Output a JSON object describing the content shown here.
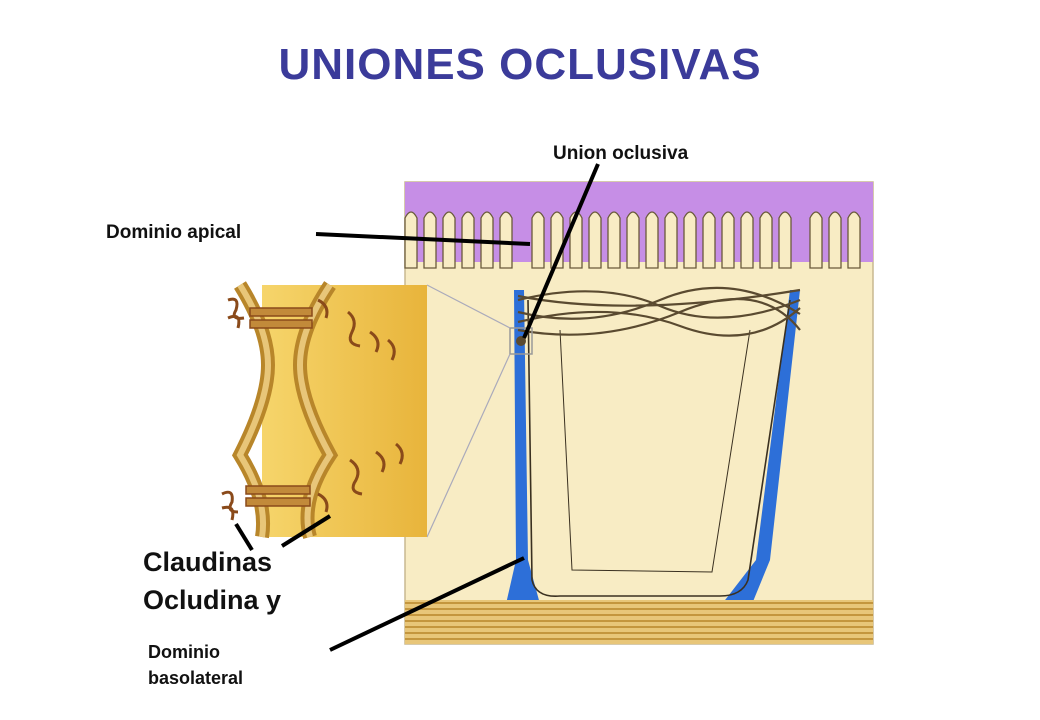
{
  "title": "UNIONES OCLUSIVAS",
  "labels": {
    "union_oclusiva": "Union oclusiva",
    "dominio_apical": "Dominio apical",
    "claudinas_line1": "Claudinas",
    "claudinas_line2": "Ocludina y",
    "dominio_basolateral_line1": "Dominio",
    "dominio_basolateral_line2": "basolateral"
  },
  "colors": {
    "title": "#3b3b9a",
    "apical_surface": "#c68ee6",
    "cytoplasm": "#f8ecc4",
    "intercellular_space": "#2d6fd8",
    "inset_background": "#f0c24a",
    "membrane": "#b8862a"
  }
}
